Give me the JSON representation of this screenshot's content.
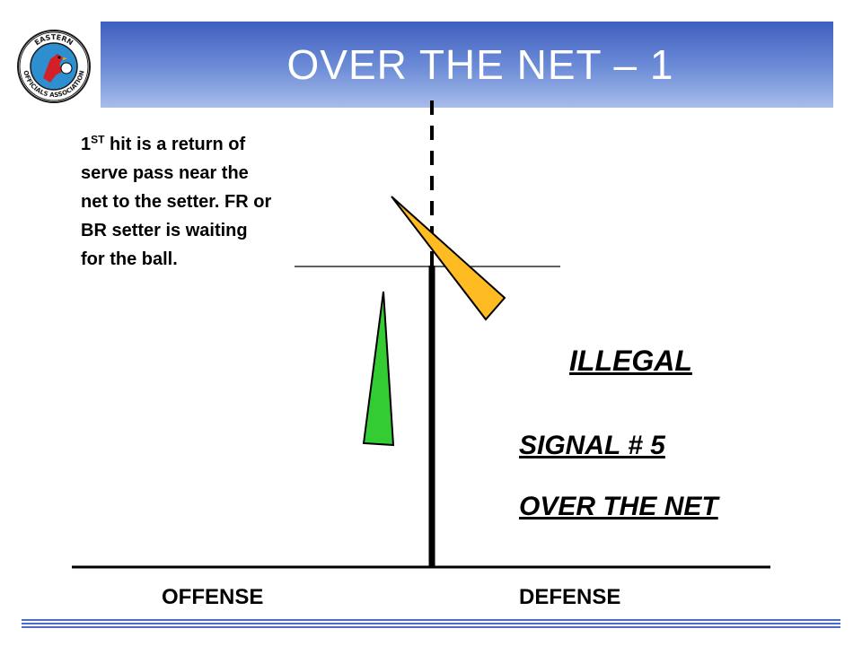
{
  "title": "OVER THE NET – 1",
  "logo": {
    "text_top": "EASTERN",
    "text_bottom": "OFFICIALS ASSOCIATION",
    "icon": "cardinal-bird-icon",
    "ring_color": "#1a1a1a",
    "bird_color": "#d12027",
    "field_color": "#2e8fd0"
  },
  "description": {
    "lead": "1",
    "sup": "ST",
    "rest": " hit is a return of serve pass near the net to the setter. FR or BR setter is waiting for the ball."
  },
  "verdict": "ILLEGAL",
  "signal": "SIGNAL # 5",
  "signal_name": "OVER THE NET",
  "sides": {
    "offense": "OFFENSE",
    "defense": "DEFENSE"
  },
  "colors": {
    "title_bar": "#5577cc",
    "setter_arm": "#33cc33",
    "attacker_arm": "#ffbb22",
    "footer": "#4a6bc7"
  }
}
